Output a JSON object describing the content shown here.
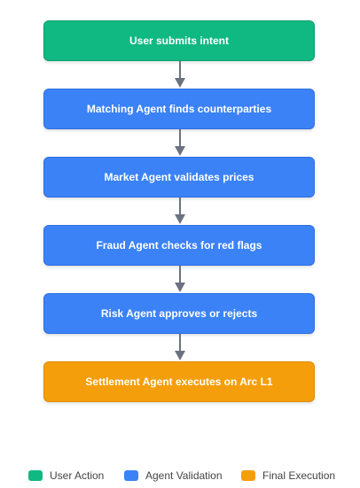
{
  "colors": {
    "user_action": "#10b981",
    "agent_validation": "#3b82f6",
    "final_execution": "#f59e0b",
    "arrow": "#6b7280"
  },
  "steps": [
    {
      "label": "User submits intent",
      "kind": "user_action"
    },
    {
      "label": "Matching Agent finds counterparties",
      "kind": "agent_validation"
    },
    {
      "label": "Market Agent validates prices",
      "kind": "agent_validation"
    },
    {
      "label": "Fraud Agent checks for red flags",
      "kind": "agent_validation"
    },
    {
      "label": "Risk Agent approves or rejects",
      "kind": "agent_validation"
    },
    {
      "label": "Settlement Agent executes on Arc L1",
      "kind": "final_execution"
    }
  ],
  "legend": [
    {
      "label": "User Action",
      "kind": "user_action"
    },
    {
      "label": "Agent Validation",
      "kind": "agent_validation"
    },
    {
      "label": "Final Execution",
      "kind": "final_execution"
    }
  ]
}
